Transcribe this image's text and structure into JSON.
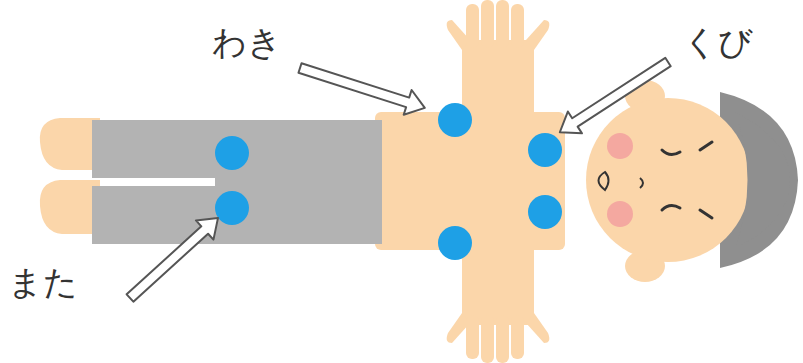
{
  "diagram": {
    "labels": [
      "わき",
      "くび",
      "また"
    ]
  }
}
